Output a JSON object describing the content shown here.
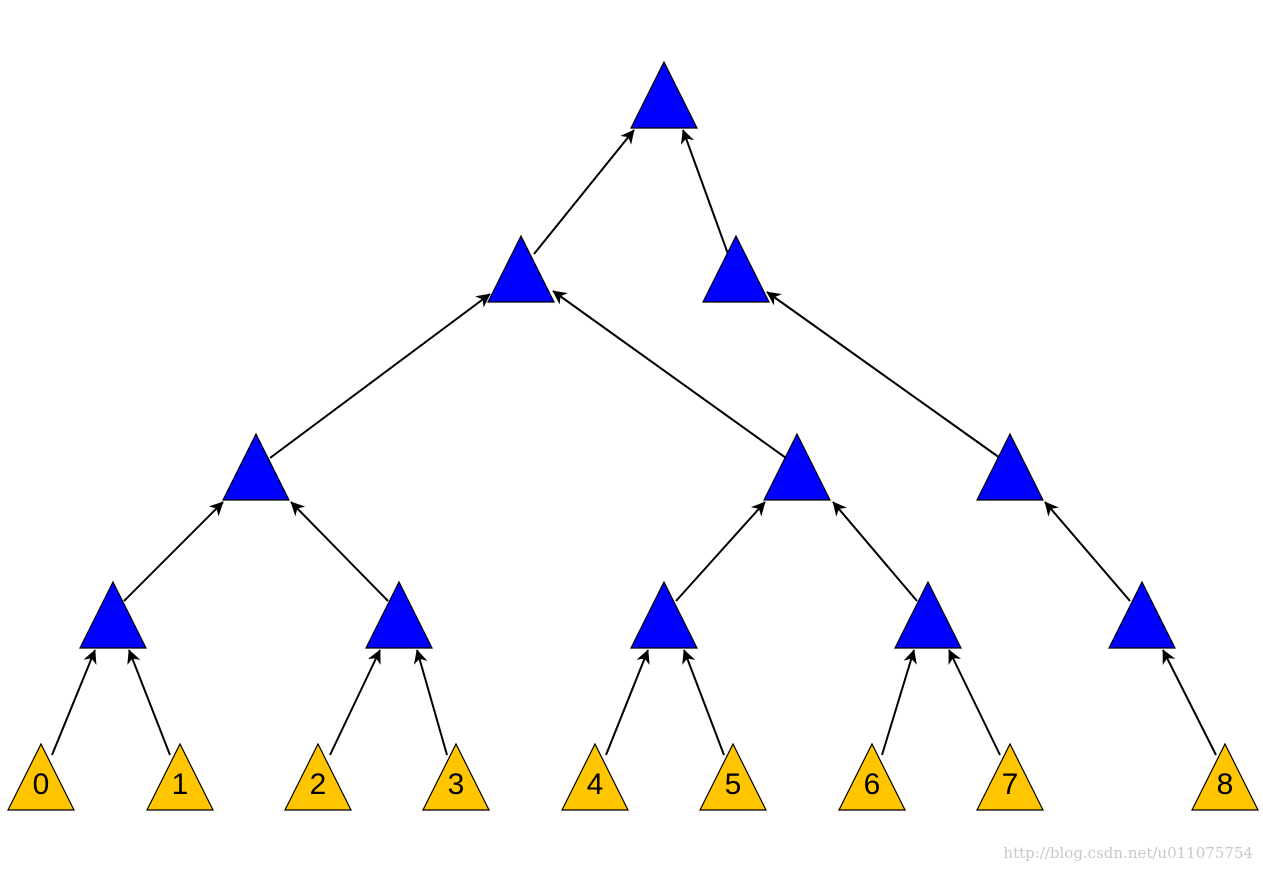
{
  "diagram": {
    "type": "tree",
    "colors": {
      "leaf_fill": "#ffc600",
      "internal_fill": "#0000ff",
      "edge": "#000000"
    },
    "leaves": [
      {
        "id": "l0",
        "label": "0"
      },
      {
        "id": "l1",
        "label": "1"
      },
      {
        "id": "l2",
        "label": "2"
      },
      {
        "id": "l3",
        "label": "3"
      },
      {
        "id": "l4",
        "label": "4"
      },
      {
        "id": "l5",
        "label": "5"
      },
      {
        "id": "l6",
        "label": "6"
      },
      {
        "id": "l7",
        "label": "7"
      },
      {
        "id": "l8",
        "label": "8"
      }
    ],
    "internal_nodes": [
      "a",
      "b",
      "c",
      "d",
      "e",
      "f",
      "g",
      "h",
      "i",
      "j",
      "k",
      "m"
    ],
    "edges": [
      {
        "from": "l0",
        "to": "a"
      },
      {
        "from": "l1",
        "to": "a"
      },
      {
        "from": "l2",
        "to": "b"
      },
      {
        "from": "l3",
        "to": "b"
      },
      {
        "from": "l4",
        "to": "c"
      },
      {
        "from": "l5",
        "to": "c"
      },
      {
        "from": "l6",
        "to": "d"
      },
      {
        "from": "l7",
        "to": "d"
      },
      {
        "from": "l8",
        "to": "e"
      },
      {
        "from": "a",
        "to": "f"
      },
      {
        "from": "b",
        "to": "f"
      },
      {
        "from": "c",
        "to": "g"
      },
      {
        "from": "d",
        "to": "g"
      },
      {
        "from": "e",
        "to": "h"
      },
      {
        "from": "f",
        "to": "i"
      },
      {
        "from": "g",
        "to": "i"
      },
      {
        "from": "h",
        "to": "j"
      },
      {
        "from": "i",
        "to": "k"
      },
      {
        "from": "j",
        "to": "k"
      }
    ]
  },
  "watermark": "http://blog.csdn.net/u011075754"
}
